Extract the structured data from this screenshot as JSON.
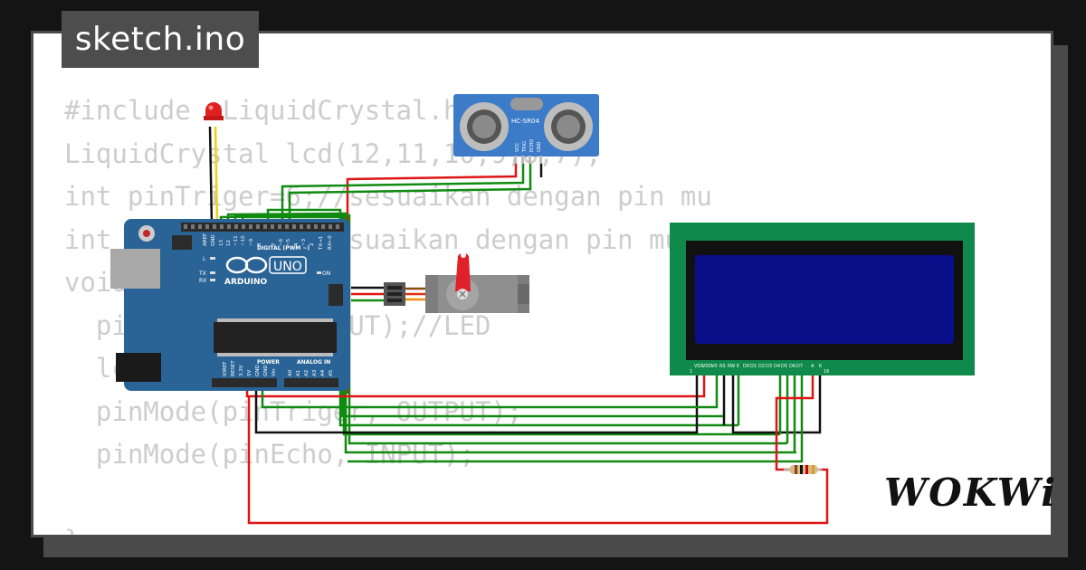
{
  "title": "sketch.ino",
  "brand": "WOKWi",
  "code_lines": [
    "#include <LiquidCrystal.h>",
    "LiquidCrystal lcd(12,11,10,9,8,7);",
    "int pinTriger=6;//sesuaikan dengan pin mu",
    "int pinEcho=5;//sesuaikan dengan pin mu",
    "void setup(){",
    "  pinMode(13, OUTPUT);//LED",
    "  lcd.begin(16,2);",
    "  pinMode(pinTriger, OUTPUT);",
    "  pinMode(pinEcho, INPUT);",
    "",
    "}"
  ],
  "arduino": {
    "brand": "ARDUINO",
    "model": "UNO",
    "digital_label": "DIGITAL (PWM ~)",
    "power_label": "POWER",
    "analog_label": "ANALOG IN",
    "on_label": "ON",
    "l_label": "L",
    "tx_label": "TX",
    "rx_label": "RX",
    "top_pins": [
      "AREF",
      "GND",
      "13",
      "12",
      "~11",
      "~10",
      "~9",
      "8",
      "7",
      "~6",
      "~5",
      "4",
      "~3",
      "2",
      "TX→1",
      "RX←0"
    ],
    "power_pins": [
      "IOREF",
      "RESET",
      "3.3V",
      "5V",
      "GND",
      "GND",
      "Vin"
    ],
    "analog_pins": [
      "A0",
      "A1",
      "A2",
      "A3",
      "A4",
      "A5"
    ]
  },
  "sensor": {
    "label": "HC-SR04",
    "pins": [
      "VCC",
      "TRIG",
      "ECHO",
      "GND"
    ]
  },
  "lcd": {
    "pin_labels": [
      "VSS",
      "VDD",
      "V0",
      "RS",
      "RW",
      "E",
      "D0",
      "D1",
      "D2",
      "D3",
      "D4",
      "D5",
      "D6",
      "D7",
      "A",
      "K"
    ],
    "pin_first": "1",
    "pin_last": "16"
  },
  "colors": {
    "background": "#141414",
    "card": "#ffffff",
    "code_text": "#cdcdcd",
    "board": "#2a6496",
    "lcd_pcb": "#0f8a4a",
    "lcd_screen": "#0a0f8a",
    "wire_green": "#118a11",
    "wire_red": "#dd1515",
    "wire_black": "#111111",
    "wire_yellow": "#e7d419"
  }
}
